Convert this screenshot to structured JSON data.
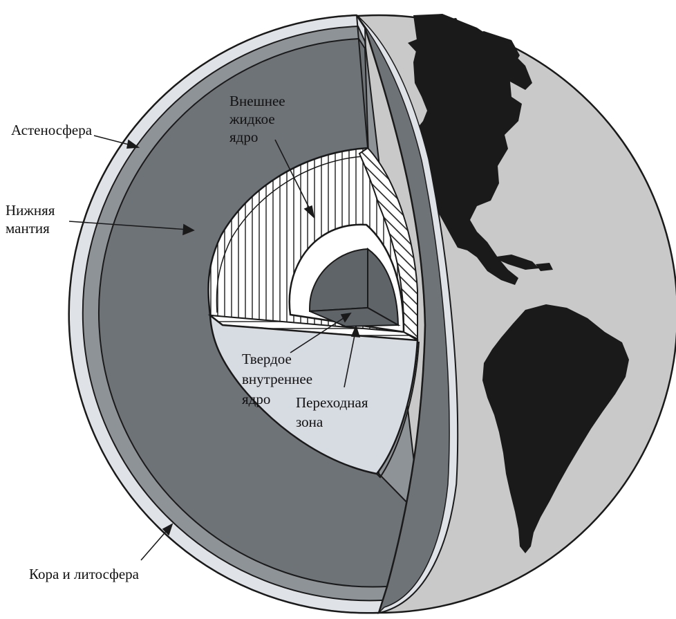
{
  "colors": {
    "background": "#ffffff",
    "outline": "#1a1a1a",
    "crust": "#dfe2e6",
    "asthenosphere": "#8e9398",
    "lower_mantle": "#6e7378",
    "outer_core_hatch": "#ffffff",
    "transition_zone": "#ffffff",
    "inner_core": "#5f6469",
    "cut_floor": "#d7dbe2",
    "ocean": "#c9c9c9",
    "land": "#1a1a1a"
  },
  "labels": {
    "asthenosphere": "Астеносфера",
    "lower_mantle_1": "Нижняя",
    "lower_mantle_2": "мантия",
    "outer_core_1": "Внешнее",
    "outer_core_2": "жидкое",
    "outer_core_3": "ядро",
    "inner_core_1": "Твердое",
    "inner_core_2": "внутреннее",
    "inner_core_3": "ядро",
    "transition_1": "Переходная",
    "transition_2": "зона",
    "crust": "Кора и литосфера"
  },
  "icons": {
    "globe": "earth-globe-icon",
    "continents": "americas-continents-icon"
  }
}
